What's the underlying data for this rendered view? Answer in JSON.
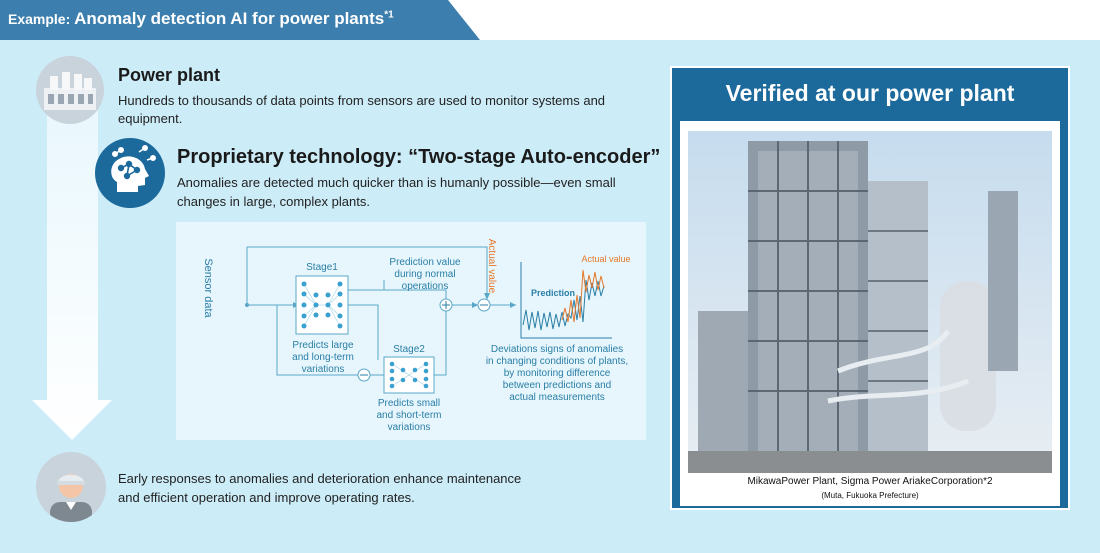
{
  "banner": {
    "prefix": "Example: ",
    "title": "Anomaly detection AI for power plants",
    "footnote": "*1"
  },
  "power_plant": {
    "heading": "Power plant",
    "line1": "Hundreds to thousands of data points from sensors are used to monitor systems and",
    "line2": "equipment."
  },
  "technology": {
    "heading": "Proprietary technology: “Two-stage Auto-encoder”",
    "line1": "Anomalies are detected much quicker than is humanly possible—even small",
    "line2": "changes in large, complex plants."
  },
  "diagram": {
    "sensor_data": "Sensor data",
    "stage1": "Stage1",
    "stage1_desc": [
      "Predicts large",
      "and long-term",
      "variations"
    ],
    "stage2": "Stage2",
    "stage2_desc": [
      "Predicts small",
      "and short-term",
      "variations"
    ],
    "prediction_value": [
      "Prediction value",
      "during normal",
      "operations"
    ],
    "actual_value_vertical": "Actual value",
    "mini_chart": {
      "prediction_label": "Prediction",
      "actual_label": "Actual value"
    },
    "deviation_text": [
      "Deviations signs of anomalies",
      "in changing conditions of plants,",
      "by monitoring difference",
      "between predictions and",
      "actual measurements"
    ]
  },
  "outcome": {
    "line1": "Early responses to anomalies and deterioration enhance maintenance",
    "line2": "and efficient operation and improve operating rates."
  },
  "verified": {
    "title": "Verified at our power plant",
    "caption": "MikawaPower Plant, Sigma Power AriakeCorporation*2",
    "caption_sub": "(Muta, Fukuoka Prefecture)"
  },
  "colors": {
    "banner": "#3c7fae",
    "background": "#ccecf8",
    "panel": "#1c6a9c",
    "diagram_blue": "#2b7ea6",
    "actual_orange": "#e5782b"
  },
  "icons": [
    "factory-icon",
    "ai-head-icon",
    "worker-icon",
    "neural-network-icon"
  ]
}
